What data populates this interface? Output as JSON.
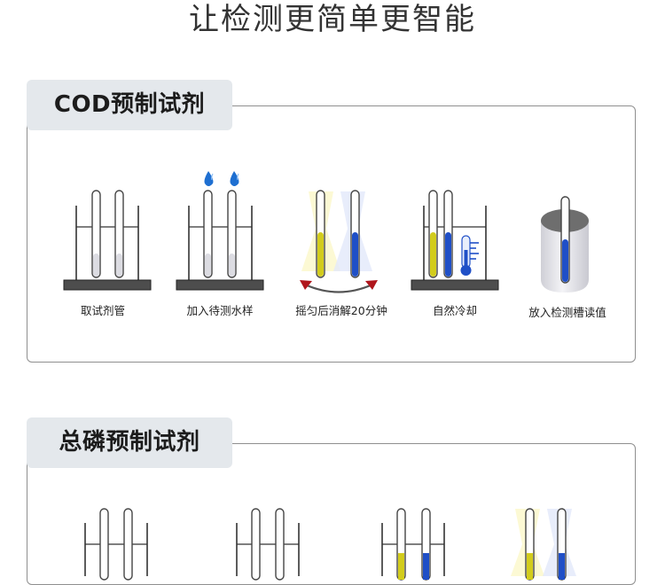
{
  "page": {
    "title": "让检测更简单更智能"
  },
  "sections": [
    {
      "tag": "COD预制试剂",
      "steps": [
        {
          "label": "取试剂管",
          "icon": "rack-empty-tubes-icon"
        },
        {
          "label": "加入待测水样",
          "icon": "rack-add-water-icon"
        },
        {
          "label": "摇匀后消解20分钟",
          "icon": "shake-digest-icon"
        },
        {
          "label": "自然冷却",
          "icon": "rack-cooling-icon"
        },
        {
          "label": "放入检测槽读值",
          "icon": "detection-slot-icon"
        }
      ]
    },
    {
      "tag": "总磷预制试剂",
      "steps": []
    }
  ],
  "colors": {
    "yellow_reagent": "#d2cc1c",
    "blue_reagent": "#1f4fc7",
    "water_drop": "#1e6fd1",
    "arrow_red": "#b0161c",
    "tag_background": "#e4e8ec",
    "panel_border": "#8f8f8f"
  }
}
